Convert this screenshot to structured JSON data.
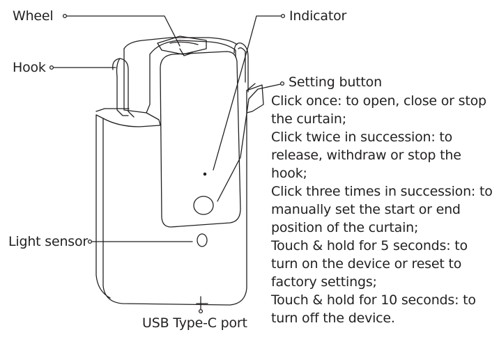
{
  "labels": {
    "wheel": "Wheel",
    "indicator": "Indicator",
    "hook": "Hook",
    "setting_button": "Setting button",
    "light_sensor": "Light sensor",
    "usb_port": "USB Type-C port"
  },
  "setting_button_description": [
    "Click once: to open, close or stop",
    "the curtain;",
    "Click twice in succession: to",
    "release, withdraw or stop the",
    "hook;",
    "Click three times in succession: to",
    "manually set the start or end",
    "position of the curtain;",
    "Touch & hold for 5 seconds: to",
    "turn on the device or reset to",
    "factory settings;",
    "Touch & hold for 10 seconds: to",
    "turn off the device."
  ],
  "colors": {
    "line": "#231f20",
    "background": "#ffffff"
  }
}
